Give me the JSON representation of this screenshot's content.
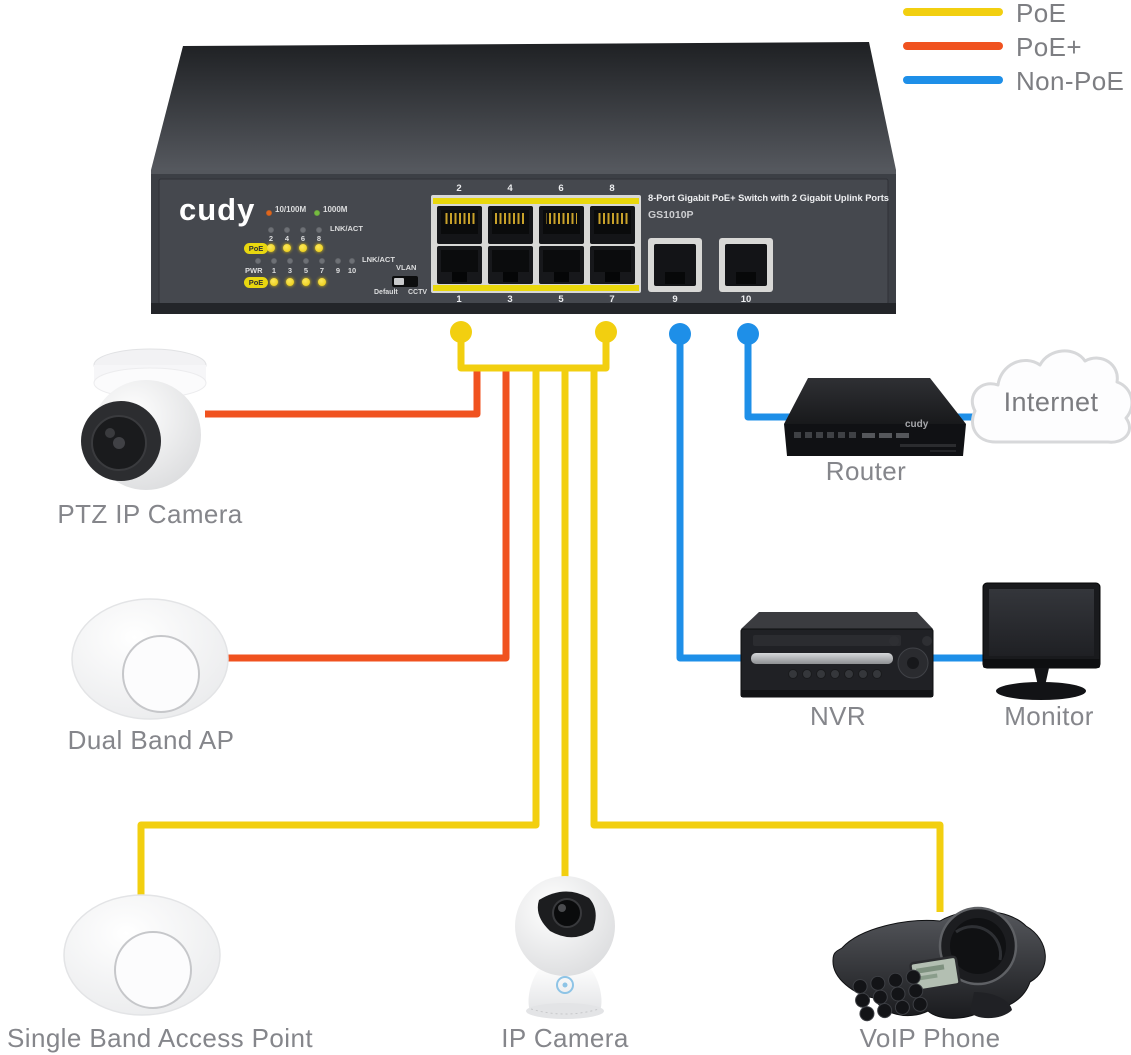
{
  "legend": {
    "items": [
      {
        "label": "PoE",
        "color": "#F2CF10"
      },
      {
        "label": "PoE+",
        "color": "#F0521F"
      },
      {
        "label": "Non-PoE",
        "color": "#1E8FE8"
      }
    ]
  },
  "switch": {
    "brand": "cudy",
    "description": "8-Port Gigabit PoE+ Switch with 2 Gigabit Uplink Ports",
    "model": "GS1010P",
    "led": {
      "speed_10100": "10/100M",
      "speed_1000": "1000M",
      "lnkact": "LNK/ACT",
      "poe": "PoE",
      "numbers_top": [
        "2",
        "4",
        "6",
        "8"
      ],
      "row2_labels": [
        "PWR",
        "1",
        "3",
        "5",
        "7",
        "9",
        "10"
      ]
    },
    "vlan": {
      "title": "VLAN",
      "left": "Default",
      "right": "CCTV"
    },
    "ports": {
      "top": [
        "2",
        "4",
        "6",
        "8"
      ],
      "bottom": [
        "1",
        "3",
        "5",
        "7"
      ],
      "uplink": [
        "9",
        "10"
      ]
    }
  },
  "devices": {
    "ptz_camera": {
      "label": "PTZ IP Camera"
    },
    "dual_band_ap": {
      "label": "Dual Band AP"
    },
    "single_band_ap": {
      "label": "Single Band Access Point"
    },
    "ip_camera": {
      "label": "IP Camera"
    },
    "voip_phone": {
      "label": "VoIP Phone"
    },
    "router": {
      "label": "Router",
      "brand": "cudy"
    },
    "nvr": {
      "label": "NVR"
    },
    "monitor": {
      "label": "Monitor"
    },
    "internet": {
      "label": "Internet"
    }
  },
  "connections": [
    {
      "from": "switch",
      "to": "PTZ IP Camera",
      "type": "PoE+"
    },
    {
      "from": "switch",
      "to": "Dual Band AP",
      "type": "PoE+"
    },
    {
      "from": "switch",
      "to": "Single Band Access Point",
      "type": "PoE"
    },
    {
      "from": "switch",
      "to": "IP Camera",
      "type": "PoE"
    },
    {
      "from": "switch",
      "to": "VoIP Phone",
      "type": "PoE"
    },
    {
      "from": "switch port 9",
      "to": "NVR",
      "type": "Non-PoE"
    },
    {
      "from": "NVR",
      "to": "Monitor",
      "type": "Non-PoE"
    },
    {
      "from": "switch port 10",
      "to": "Router",
      "type": "Non-PoE"
    },
    {
      "from": "Router",
      "to": "Internet",
      "type": "Non-PoE"
    }
  ],
  "colors": {
    "poe_yellow": "#F2CF10",
    "poe_plus_orange": "#F0521F",
    "non_poe_blue": "#1E8FE8",
    "label_gray": "#85868B"
  }
}
